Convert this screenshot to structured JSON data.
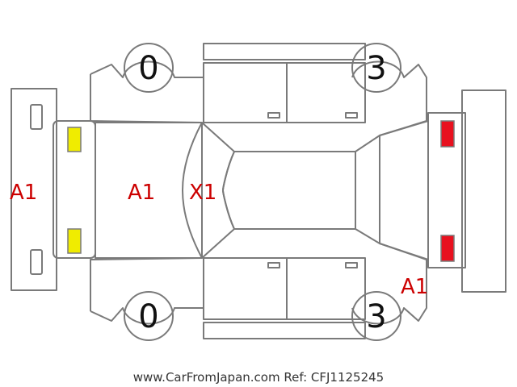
{
  "colors": {
    "outline": "#7a7a7a",
    "mark_text": "#cc0000",
    "digit_text": "#111111",
    "lamp_front": "#f0ec00",
    "lamp_rear": "#e8111f",
    "footer_text": "#333333"
  },
  "damage_marks": {
    "front_bumper": "A1",
    "hood": "A1",
    "windshield": "X1",
    "rear_right_corner": "A1"
  },
  "wheel_labels": {
    "front_left": "0",
    "rear_left": "3",
    "front_right": "0",
    "rear_right": "3"
  },
  "footer": "www.CarFromJapan.com Ref: CFJ1125245"
}
